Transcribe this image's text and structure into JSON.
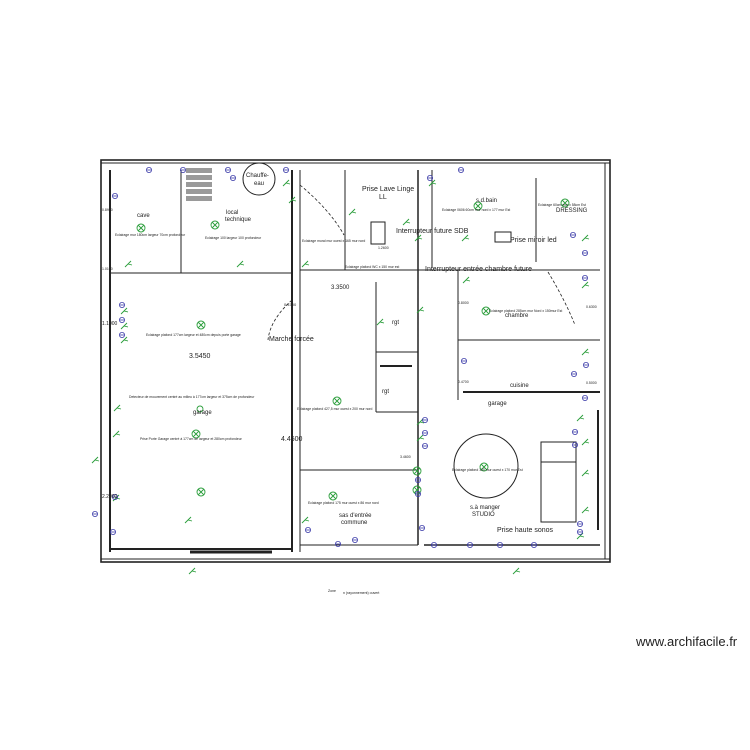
{
  "watermark": "www.archifacile.fr",
  "colors": {
    "wall": "#222222",
    "symbol_green": "#2a9d3a",
    "symbol_blue": "#3a3aa8",
    "stair": "#9a9a9a"
  },
  "rooms": {
    "cave": "cave",
    "local_technique_1": "local",
    "local_technique_2": "technique",
    "chauffe_eau_1": "Chauffe-",
    "chauffe_eau_2": "eau",
    "sdb": "s.d.bain",
    "dressing": "DRESSING",
    "garage": "garage",
    "chambre": "chambre",
    "cuisine": "cuisine",
    "garage2": "garage",
    "sas_1": "sas d'entrée",
    "sas_2": "commune",
    "sejour_1": "s.à manger",
    "sejour_2": "STUDIO"
  },
  "labels": {
    "prise_lave_linge": "Prise Lave Linge",
    "ll": "LL",
    "interrupteur_sdb": "Interrupteur future SDB",
    "prise_miroir": "Prise miroir led",
    "interrupteur_chambre": "Interrupteur entrée chambre future",
    "marche_forcee": "Marche forcée",
    "prise_haute_sonos": "Prise haute sonos",
    "rgt1": "rgt",
    "rgt2": "rgt"
  },
  "notes": {
    "n1": "Eclairage mur 180cm largeur 70cm profondeur",
    "n2": "Eclairage 100 largeur 100 profondeur",
    "n3": "Eclairage plafond 177cm largeur et 480cm depuis porte garage",
    "n4": "Detecteur de mouvement centré au milieu à 177cm largeur et 375cm de profondeur",
    "n5": "Prise Porte Garage centré à 177cm de largeur et 280cm profondeur",
    "n6": "Eclairage plafond 427,5 mur ouest x 200 mur nord",
    "n7": "Eclairage plafond 175 mur ouest x 86 mur nord",
    "n8": "Eclairage 0606 60cm mur nord x 177 mur Est",
    "n9": "Eclairage 60cm mur x 58cm Est",
    "n10": "Eclairage plafond 285cm mur Nord x 150mur Est",
    "n11": "Eclairage plafond 100 mur ouest x 170 mur Est",
    "n12": "Eclairage mural mur ouest x 165 mur nord",
    "n13": "Eclairage plafond WC x 150 mur est"
  },
  "dims": {
    "d1": "3.5450",
    "d2": "4.4500",
    "d3": "3.3500",
    "d4": "0.4700",
    "d5": "1.1000",
    "d6": "2.2000",
    "d7": "3.4600",
    "d8": "1.2600",
    "d9": "0.8900",
    "d10": "1.0100",
    "d11": "0.8000",
    "d12": "0.4700",
    "d13": "0.5000",
    "d14": "0.6300"
  },
  "legend": {
    "l1": "Zone",
    "l2": "n (rayonnement) ouvert"
  }
}
